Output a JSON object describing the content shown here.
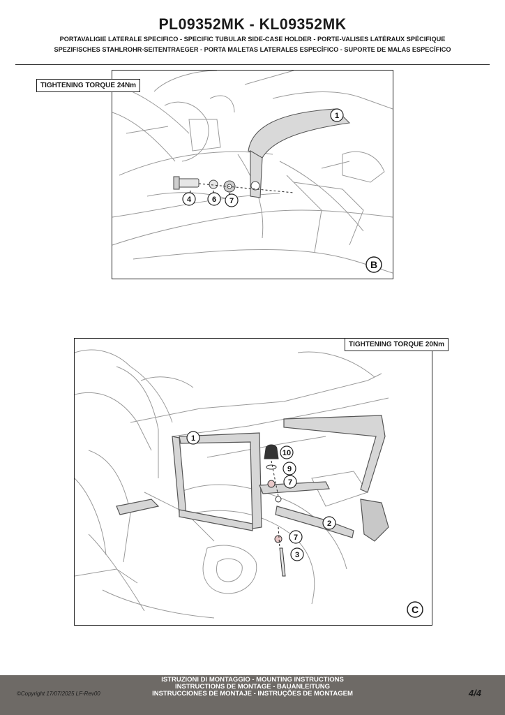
{
  "header": {
    "title": "PL09352MK - KL09352MK",
    "subtitle_line1": "PORTAVALIGIE LATERALE SPECIFICO  -  SPECIFIC TUBULAR SIDE-CASE HOLDER  - PORTE-VALISES LATÉRAUX SPÉCIFIQUE",
    "subtitle_line2": "SPEZIFISCHES STAHLROHR-SEITENTRAEGER - PORTA MALETAS LATERALES ESPECÍFICO - SUPORTE DE MALAS ESPECÍFICO"
  },
  "figure_b": {
    "torque_label": "TIGHTENING TORQUE 24Nm",
    "section_letter": "B",
    "callouts": [
      "1",
      "4",
      "6",
      "7"
    ]
  },
  "figure_c": {
    "torque_label": "TIGHTENING TORQUE 20Nm",
    "section_letter": "C",
    "callouts": [
      "1",
      "10",
      "9",
      "7",
      "2",
      "7",
      "3"
    ]
  },
  "footer": {
    "line1": "ISTRUZIONI DI MONTAGGIO  -  MOUNTING INSTRUCTIONS",
    "line2": "INSTRUCTIONS DE MONTAGE - BAUANLEITUNG",
    "line3": "INSTRUCCIONES DE MONTAJE - INSTRUÇÕES DE MONTAGEM",
    "copyright": "©Copyright 17/07/2025 LF-Rev00",
    "page_current": "4",
    "page_total": "4"
  }
}
